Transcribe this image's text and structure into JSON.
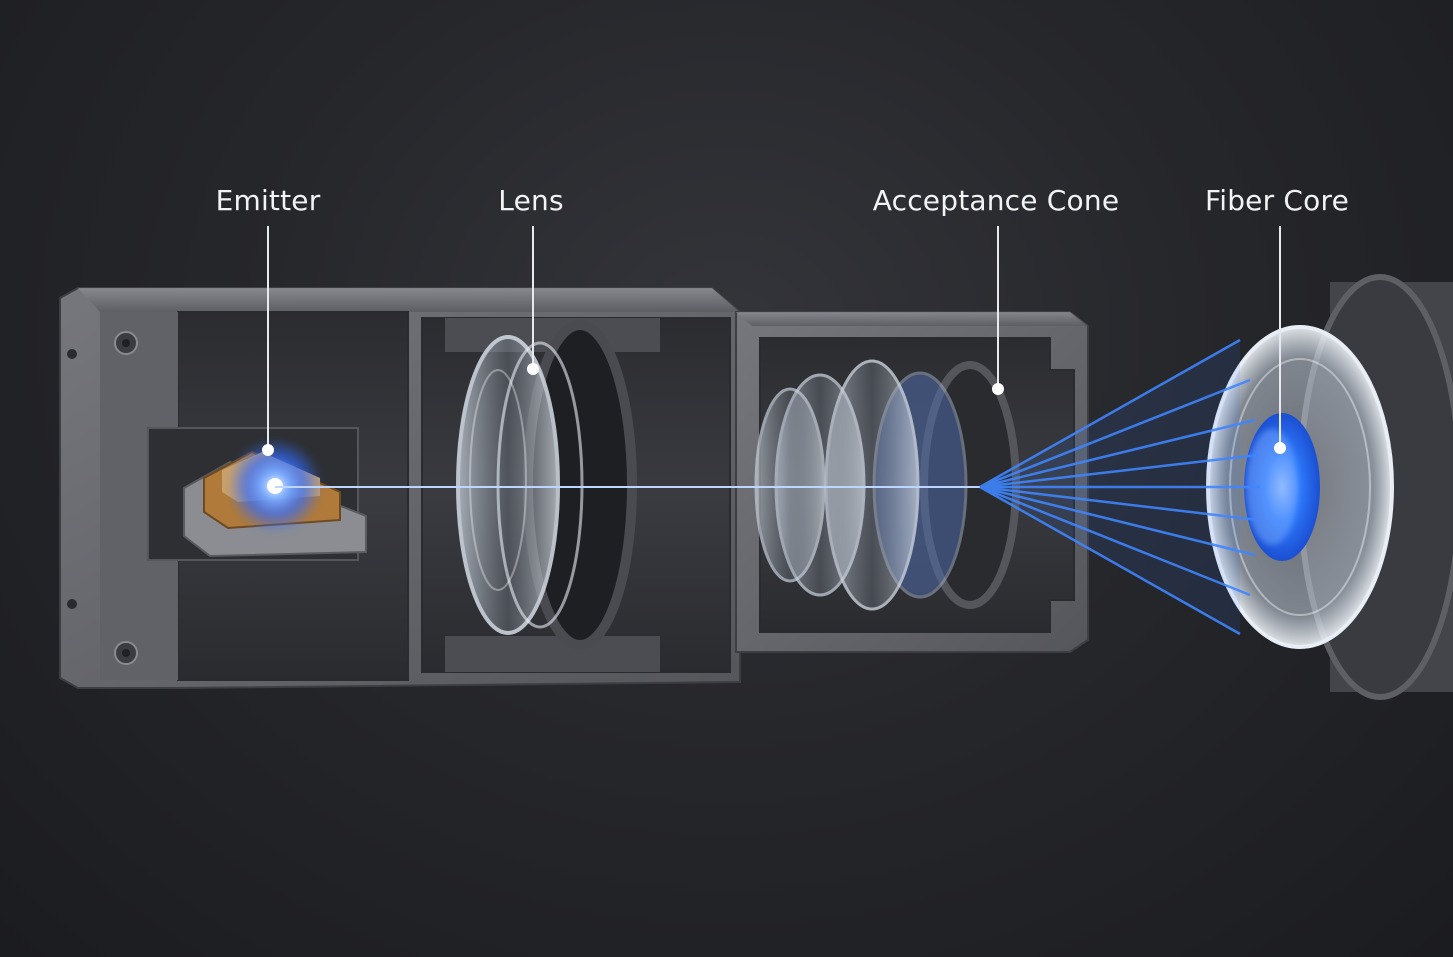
{
  "labels": {
    "emitter": "Emitter",
    "lens": "Lens",
    "acceptance_cone": "Acceptance Cone",
    "fiber_core": "Fiber Core"
  },
  "colors": {
    "background": "#26272b",
    "housing_metal": "#6a6b70",
    "beam": "#2f7bff",
    "beam_core": "#bcd6ff",
    "emitter_pad": "#b07a3a",
    "callout": "#e8e9ec"
  }
}
